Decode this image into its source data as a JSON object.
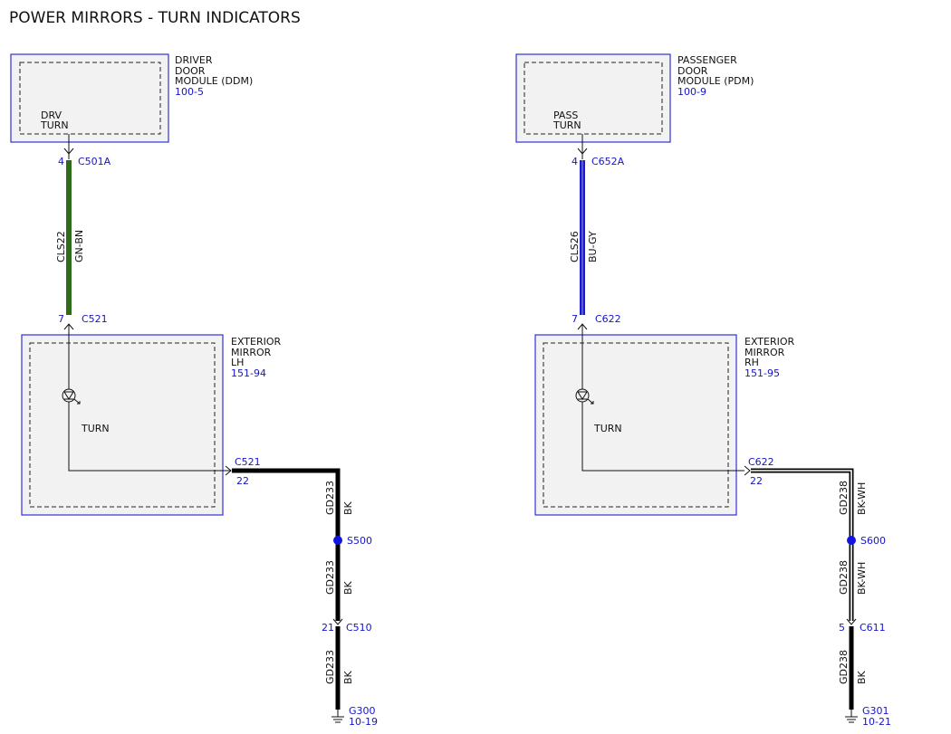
{
  "title": "POWER MIRRORS - TURN INDICATORS",
  "left": {
    "module": {
      "line1": "DRIVER",
      "line2": "DOOR",
      "line3": "MODULE (DDM)",
      "ref": "100-5",
      "signal_line1": "DRV",
      "signal_line2": "TURN"
    },
    "top_connector": {
      "pin": "4",
      "name": "C501A"
    },
    "wire1": {
      "circuit": "CLS22",
      "color_code": "GN-BN",
      "color": "#2e6b1a"
    },
    "mirror_connector_top": {
      "pin": "7",
      "name": "C521"
    },
    "mirror": {
      "line1": "EXTERIOR",
      "line2": "MIRROR",
      "line3": "LH",
      "ref": "151-94",
      "lamp_label": "TURN"
    },
    "mirror_connector_out": {
      "pin": "22",
      "name": "C521"
    },
    "wire2": {
      "circuit": "GD233",
      "color_code": "BK",
      "color": "#000000"
    },
    "splice": {
      "name": "S500"
    },
    "wire3": {
      "circuit": "GD233",
      "color_code": "BK"
    },
    "inline_connector": {
      "pin": "21",
      "name": "C510"
    },
    "wire4": {
      "circuit": "GD233",
      "color_code": "BK"
    },
    "ground": {
      "name": "G300",
      "ref": "10-19"
    }
  },
  "right": {
    "module": {
      "line1": "PASSENGER",
      "line2": "DOOR",
      "line3": "MODULE (PDM)",
      "ref": "100-9",
      "signal_line1": "PASS",
      "signal_line2": "TURN"
    },
    "top_connector": {
      "pin": "4",
      "name": "C652A"
    },
    "wire1": {
      "circuit": "CLS26",
      "color_code": "BU-GY",
      "color": "#1a1ad8"
    },
    "mirror_connector_top": {
      "pin": "7",
      "name": "C622"
    },
    "mirror": {
      "line1": "EXTERIOR",
      "line2": "MIRROR",
      "line3": "RH",
      "ref": "151-95",
      "lamp_label": "TURN"
    },
    "mirror_connector_out": {
      "pin": "22",
      "name": "C622"
    },
    "wire2": {
      "circuit": "GD238",
      "color_code": "BK-WH"
    },
    "splice": {
      "name": "S600"
    },
    "wire3": {
      "circuit": "GD238",
      "color_code": "BK-WH"
    },
    "inline_connector": {
      "pin": "5",
      "name": "C611"
    },
    "wire4": {
      "circuit": "GD238",
      "color_code": "BK"
    },
    "ground": {
      "name": "G301",
      "ref": "10-21"
    }
  }
}
